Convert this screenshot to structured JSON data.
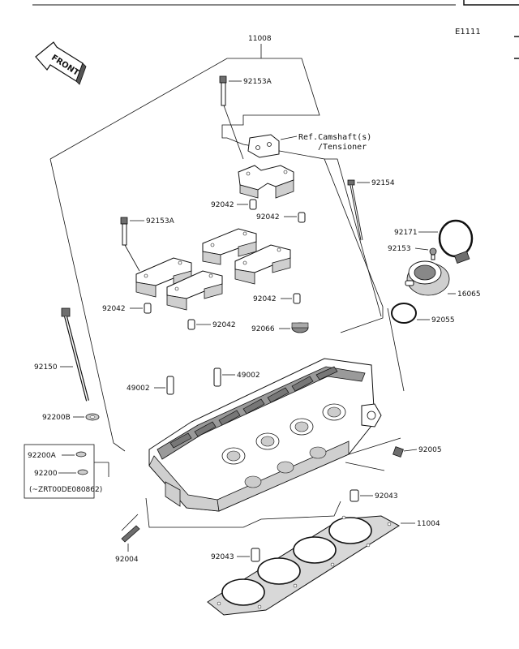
{
  "diagram_code": "E1111",
  "front_label": "FRONT",
  "ref_text": {
    "line1": "Ref.Camshaft(s)",
    "line2": "/Tensioner"
  },
  "callouts": {
    "p11008": "11008",
    "p92153A_top": "92153A",
    "p92153A_left": "92153A",
    "p92154": "92154",
    "p92042_a": "92042",
    "p92042_b": "92042",
    "p92042_c": "92042",
    "p92042_d": "92042",
    "p92042_e": "92042",
    "p92171": "92171",
    "p92153": "92153",
    "p16065": "16065",
    "p92055": "92055",
    "p92066": "92066",
    "p92150": "92150",
    "p49002_left": "49002",
    "p49002_right": "49002",
    "p92200B": "92200B",
    "p92200A": "92200A",
    "p92200": "92200",
    "serial_note": "(~ZRT00DE080862)",
    "p92005": "92005",
    "p92043_right": "92043",
    "p11004": "11004",
    "p92004": "92004",
    "p92043_bottom": "92043"
  }
}
